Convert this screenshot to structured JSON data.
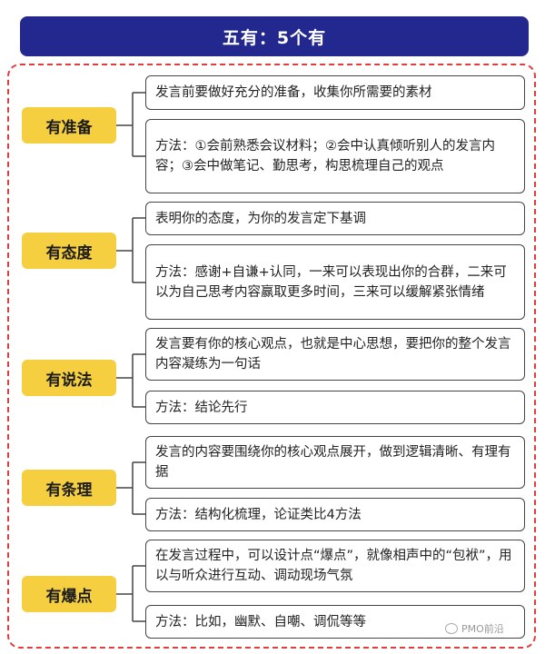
{
  "title": "五有：5个有",
  "watermark": "PMO前沿",
  "colors": {
    "title_bg": "#23288f",
    "label_bg": "#f5cf3f",
    "frame_border": "#e23c3c"
  },
  "groups": [
    {
      "label": "有准备",
      "items": [
        "发言前要做好充分的准备，收集你所需要的素材",
        "方法：①会前熟悉会议材料；②会中认真倾听别人的发言内容；③会中做笔记、勤思考，构思梳理自己的观点"
      ]
    },
    {
      "label": "有态度",
      "items": [
        "表明你的态度，为你的发言定下基调",
        "方法：感谢+自谦+认同，一来可以表现出你的合群，二来可以为自己思考内容赢取更多时间，三来可以缓解紧张情绪"
      ]
    },
    {
      "label": "有说法",
      "items": [
        "发言要有你的核心观点，也就是中心思想，要把你的整个发言内容凝练为一句话",
        "方法：结论先行"
      ]
    },
    {
      "label": "有条理",
      "items": [
        "发言的内容要围绕你的核心观点展开，做到逻辑清晰、有理有据",
        "方法：结构化梳理，论证类比4方法"
      ]
    },
    {
      "label": "有爆点",
      "items": [
        "在发言过程中，可以设计点“爆点”，就像相声中的“包袱”，用以与听众进行互动、调动现场气氛",
        "方法：比如，幽默、自嘲、调侃等等"
      ]
    }
  ]
}
